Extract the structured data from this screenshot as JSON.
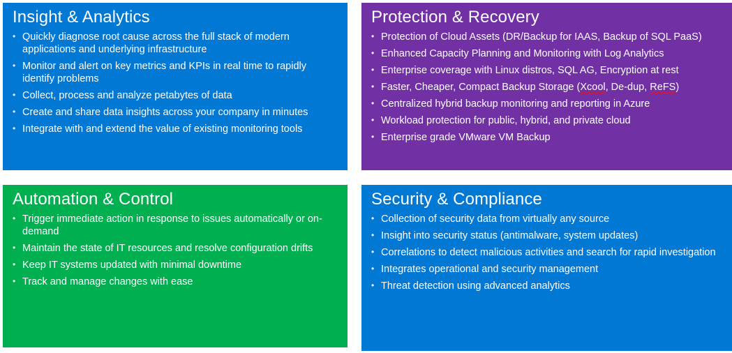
{
  "colors": {
    "insight_analytics": "#0078D4",
    "protection_recovery": "#7130A3",
    "automation_control": "#00B050",
    "security_compliance": "#0078D4",
    "text": "#FFFFFF",
    "background": "#FFFFFF",
    "spellcheck_underline": "#E81123"
  },
  "panels": {
    "insight_analytics": {
      "title": "Insight & Analytics",
      "bullets": [
        "Quickly diagnose root cause across the full stack of modern applications and underlying infrastructure",
        "Monitor and alert on key metrics and KPIs in real time to rapidly identify problems",
        "Collect, process and analyze petabytes of data",
        "Create and share data insights across your company in minutes",
        "Integrate with and extend the value of existing monitoring tools"
      ]
    },
    "protection_recovery": {
      "title": "Protection & Recovery",
      "bullets": [
        "Protection of Cloud Assets (DR/Backup for IAAS, Backup of SQL PaaS)",
        "Enhanced Capacity Planning and Monitoring with Log Analytics",
        "Enterprise coverage with Linux distros, SQL AG, Encryption at rest",
        "Faster, Cheaper, Compact Backup Storage (Xcool, De-dup, ReFS)",
        "Centralized hybrid backup monitoring and reporting in Azure",
        "Workload protection for public, hybrid, and private cloud",
        "Enterprise grade VMware VM Backup"
      ],
      "bullet_4_parts": {
        "prefix": "Faster, Cheaper, Compact Backup Storage (",
        "misspelled_1": "Xcool",
        "middle": ", De-dup, ",
        "misspelled_2": "ReFS",
        "suffix": ")"
      }
    },
    "automation_control": {
      "title": "Automation & Control",
      "bullets": [
        "Trigger immediate action in response to issues automatically or on-demand",
        "Maintain the state of IT resources and resolve configuration drifts",
        "Keep IT systems updated with minimal downtime",
        "Track and manage changes with ease"
      ]
    },
    "security_compliance": {
      "title": "Security & Compliance",
      "bullets": [
        "Collection of security data from virtually any source",
        "Insight into security status (antimalware, system updates)",
        "Correlations to detect malicious activities and search for rapid investigation",
        "Integrates operational and security management",
        "Threat detection using advanced analytics"
      ]
    }
  }
}
